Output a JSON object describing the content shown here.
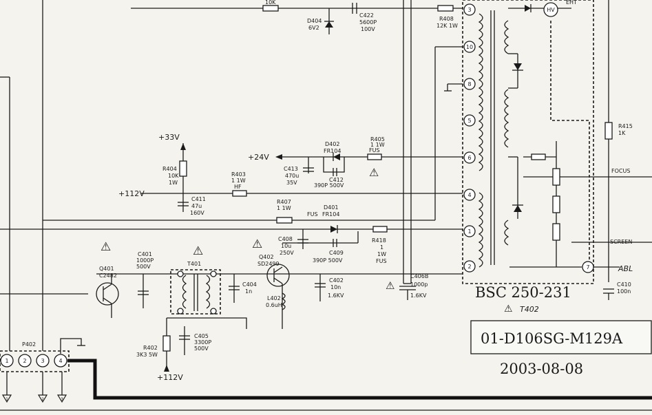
{
  "transformer": {
    "name": "BSC 250-231",
    "ref": "T402",
    "pins": [
      "3",
      "10",
      "8",
      "5",
      "6",
      "4",
      "1",
      "2",
      "7",
      "HV"
    ],
    "hv_label": "EHT"
  },
  "title_block": {
    "part_number": "01-D106SG-M129A",
    "date": "2003-08-08"
  },
  "connector": {
    "ref": "P402",
    "pins": [
      "1",
      "2",
      "3",
      "4"
    ],
    "bottom_pins": [
      "1",
      "2",
      "3"
    ]
  },
  "supplies": {
    "v33": "+33V",
    "v24": "+24V",
    "v112": "+112V",
    "v112b": "+112V"
  },
  "outputs": {
    "focus": "FOCUS",
    "screen": "SCREEN",
    "abl": "ABL"
  },
  "components": {
    "r_top": "10K",
    "d404": [
      "D404",
      "6V2"
    ],
    "c422": [
      "C422",
      "5600P",
      "100V"
    ],
    "r408": [
      "R408",
      "12K 1W"
    ],
    "r404": [
      "R404",
      "10K",
      "1W"
    ],
    "r403": [
      "R403",
      "1 1W",
      "HF"
    ],
    "c411": [
      "C411",
      "47u",
      "160V"
    ],
    "c413": [
      "C413",
      "470u",
      "35V"
    ],
    "d402": [
      "D402",
      "FR104"
    ],
    "c412": [
      "C412",
      "390P 500V"
    ],
    "r405": [
      "R405",
      "1 1W",
      "FUS"
    ],
    "r407": [
      "R407",
      "1 1W",
      "FUS"
    ],
    "d401": [
      "D401",
      "FR104"
    ],
    "c408": [
      "C408",
      "10u",
      "250V"
    ],
    "c409": [
      "C409",
      "390P 500V"
    ],
    "r418": [
      "R418",
      "1",
      "1W",
      "FUS"
    ],
    "c406": [
      "C406B",
      "1000p",
      "1.6KV"
    ],
    "q401": [
      "Q401",
      "C2482"
    ],
    "c401": [
      "C401",
      "1000P",
      "500V"
    ],
    "t401": "T401",
    "q402": [
      "Q402",
      "SD2499"
    ],
    "c404": [
      "C404",
      "1n"
    ],
    "c402": [
      "C402",
      "10n",
      "1.6KV"
    ],
    "l402": [
      "L402",
      "0.6uH"
    ],
    "r402": [
      "R402",
      "3K3 5W"
    ],
    "c405": [
      "C405",
      "3300P",
      "500V"
    ],
    "r415": [
      "R415",
      "1K"
    ],
    "c410": [
      "C410",
      "100n"
    ]
  },
  "warning_symbol": "⚠"
}
